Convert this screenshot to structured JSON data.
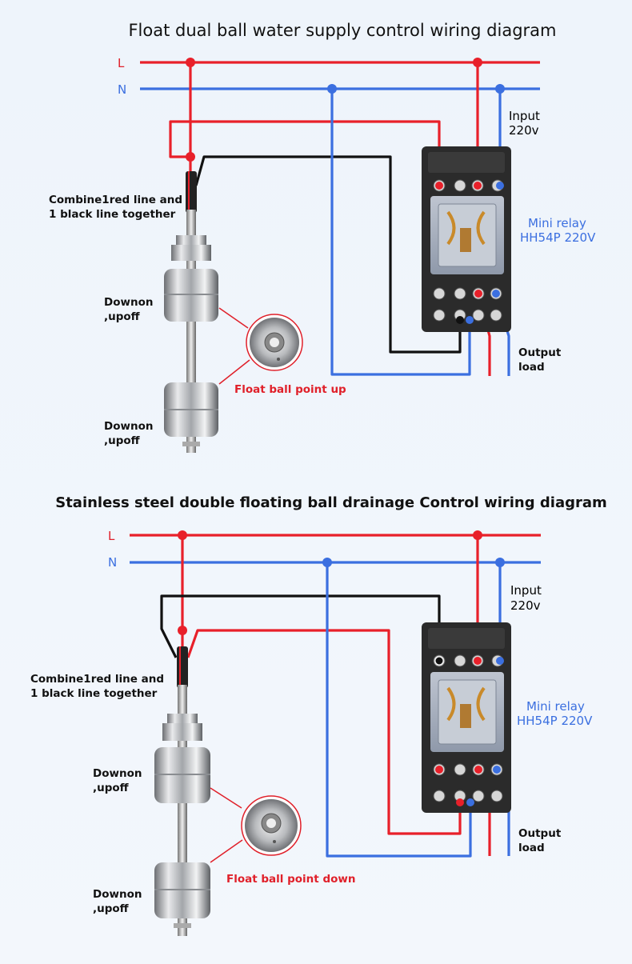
{
  "colors": {
    "line_L": "#e8202a",
    "line_N": "#3b6fe0",
    "wire_black": "#111111",
    "relay_body": "#2b2b2b",
    "relay_label": "#3b6fe0",
    "callout": "#e0202a"
  },
  "diagram1": {
    "title": "Float dual ball water supply control wiring diagram",
    "L": "L",
    "N": "N",
    "input": "Input",
    "voltage": "220v",
    "relay_name": "Mini relay",
    "relay_model": "HH54P 220V",
    "combine_line1": "Combine1red line and",
    "combine_line2": "1 black line together",
    "float_upper_1": "Downon",
    "float_upper_2": ",upoff",
    "float_lower_1": "Downon",
    "float_lower_2": ",upoff",
    "callout": "Float ball point up",
    "output_1": "Output",
    "output_2": "load"
  },
  "diagram2": {
    "title": "Stainless steel double floating ball drainage Control wiring diagram",
    "L": "L",
    "N": "N",
    "input": "Input",
    "voltage": "220v",
    "relay_name": "Mini relay",
    "relay_model": "HH54P 220V",
    "combine_line1": "Combine1red line and",
    "combine_line2": "1 black line together",
    "float_upper_1": "Downon",
    "float_upper_2": ",upoff",
    "float_lower_1": "Downon",
    "float_lower_2": ",upoff",
    "callout": "Float ball point down",
    "output_1": "Output",
    "output_2": "load"
  }
}
